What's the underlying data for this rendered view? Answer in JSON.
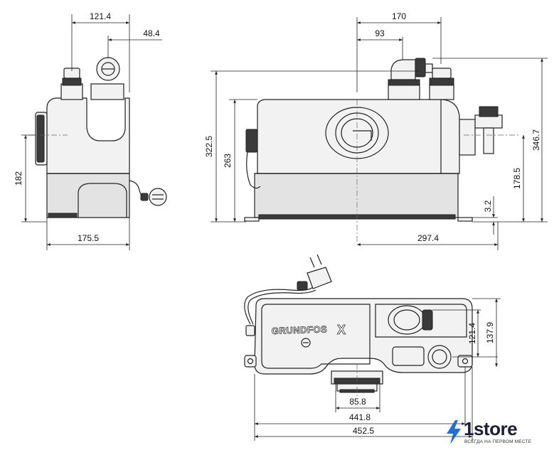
{
  "brand_mark": "GRUNDFOS",
  "side_view": {
    "dims": {
      "top_width": "121.4",
      "top_offset": "48.4",
      "height": "182",
      "base_width": "175.5"
    }
  },
  "front_view": {
    "dims": {
      "top_width": "170",
      "top_inner": "93",
      "height_total": "322.5",
      "height_body": "263",
      "height_right": "346.7",
      "height_outlet": "178.5",
      "clearance": "3.2",
      "base_half": "297.4"
    }
  },
  "top_view": {
    "dims": {
      "depth_a": "121.4",
      "depth_b": "137.9",
      "outlet_width": "85.8",
      "length_a": "441.8",
      "length_b": "452.5"
    }
  },
  "logo": {
    "name": "1store",
    "tagline": "ВСЕГДА НА ПЕРВОМ МЕСТЕ",
    "accent": "#1f6fe0"
  }
}
